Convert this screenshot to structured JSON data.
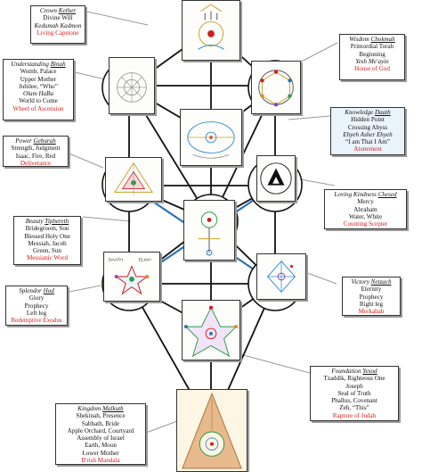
{
  "sefirot": {
    "crown": {
      "title": "Crown",
      "name": "Kether",
      "lines": [
        "Divine Will",
        "Kedumah Kadmon"
      ],
      "theme": "Living Capstone"
    },
    "wisdom": {
      "title": "Wisdom",
      "name": "Chokmah",
      "lines": [
        "Primordial Torah",
        "Beginning",
        "Yesh Me'ayin"
      ],
      "theme": "House of God"
    },
    "understanding": {
      "title": "Understanding",
      "name": "Binah",
      "lines": [
        "Womb, Palace",
        "Upper Mother",
        "Jubilee, “Who”",
        "Olam HaBa",
        "World to Come"
      ],
      "theme": "Wheel of Ascension"
    },
    "knowledge": {
      "title": "Knowledge",
      "name": "Daath",
      "lines": [
        "Hidden Point",
        "Crossing Abyss",
        "Ehyeh Asher Ehyeh",
        "“I am That I Am”"
      ],
      "theme": "Atonement"
    },
    "power": {
      "title": "Power",
      "name": "Geburah",
      "lines": [
        "Strength, Judgment",
        "Isaac, Fire, Red"
      ],
      "theme": "Deliverance"
    },
    "kindness": {
      "title": "Loving Kindness",
      "name": "Chesed",
      "lines": [
        "Mercy",
        "Abraham",
        "Water, White"
      ],
      "theme": "Counting Scepter"
    },
    "beauty": {
      "title": "Beauty",
      "name": "Tiphereth",
      "lines": [
        "Bridegroom, Son",
        "Blessed Holy One",
        "Messiah, Jacob",
        "Green, Sun"
      ],
      "theme": "Messianic Word"
    },
    "victory": {
      "title": "Victory",
      "name": "Netzach",
      "lines": [
        "Eternity",
        "Prophecy",
        "Right leg"
      ],
      "theme": "Merkabah"
    },
    "splendor": {
      "title": "Splendor",
      "name": "Hod",
      "lines": [
        "Glory",
        "Prophecy",
        "Left leg"
      ],
      "theme": "Redemptive Exodus"
    },
    "foundation": {
      "title": "Foundation",
      "name": "Yesod",
      "lines": [
        "Tzaddik, Righteous One",
        "Joseph",
        "Seal of Truth",
        "Phallus, Covenant",
        "Zeh, “This”"
      ],
      "theme": "Rapture of Judah"
    },
    "kingdom": {
      "title": "Kingdom",
      "name": "Malkuth",
      "lines": [
        "Shekinah, Presence",
        "Sabbath, Bride",
        "Apple Orchard, Courtyard",
        "Assembly of Israel",
        "Earth, Moon",
        "Lower Mother"
      ],
      "theme": "B'rish Mandala"
    }
  },
  "art_labels": {
    "hod_left": "DAATH",
    "hod_right": "ELIAH"
  },
  "colors": {
    "accent_red": "#d21c1c",
    "path_blue": "#2a72b8",
    "path_black": "#111111",
    "callout": "#9a9a9a",
    "knowledge_box": "#eaf4fb"
  }
}
